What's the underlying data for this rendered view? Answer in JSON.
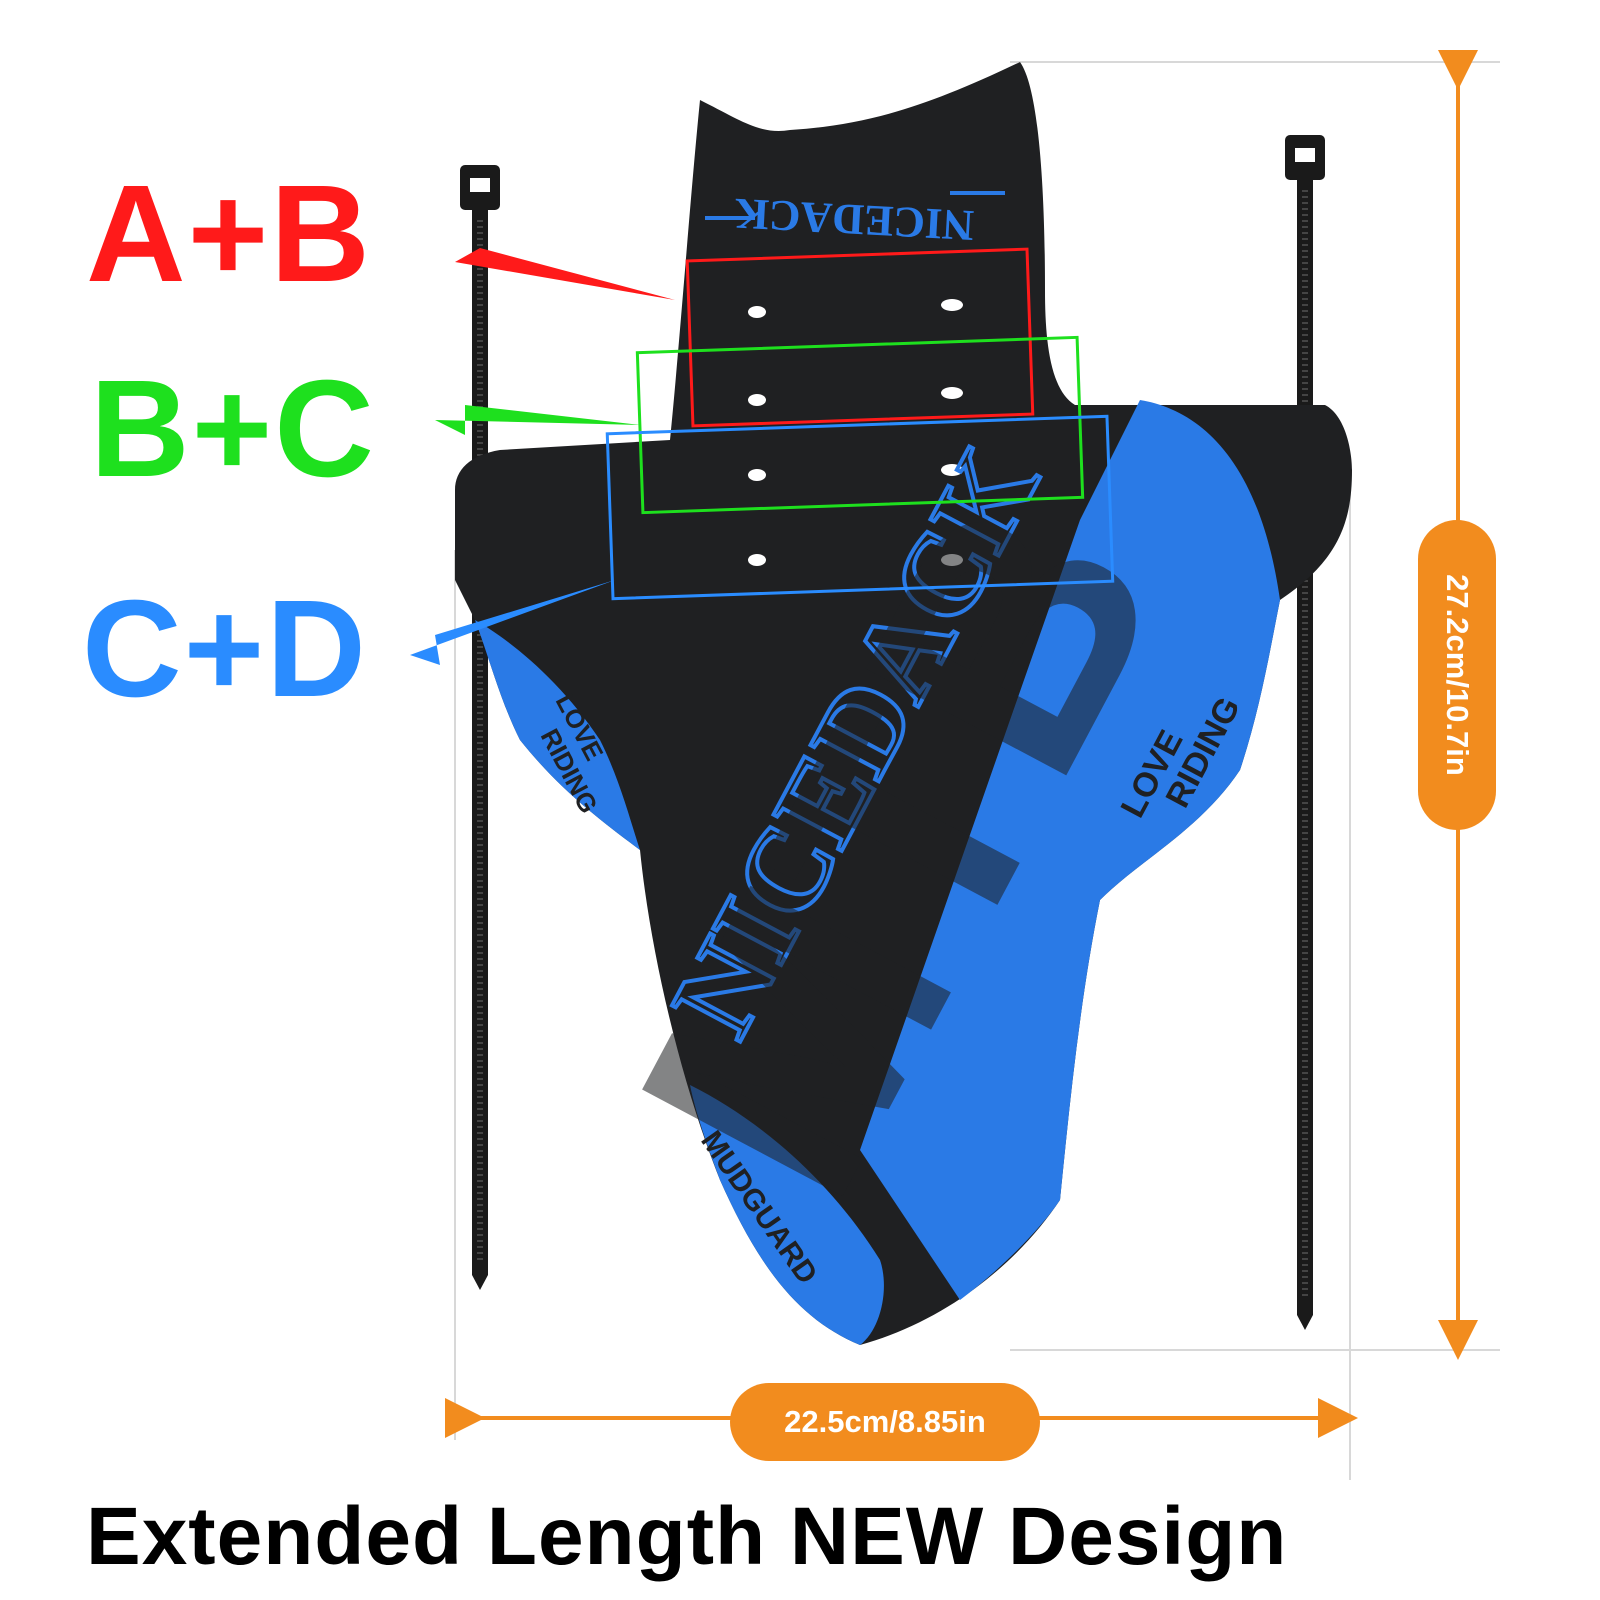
{
  "mount_options": [
    {
      "label": "A+B",
      "color": "#ff1a1a"
    },
    {
      "label": "B+C",
      "color": "#1ee01e"
    },
    {
      "label": "C+D",
      "color": "#2a8cff"
    }
  ],
  "dimensions": {
    "width_label": "22.5cm/8.85in",
    "height_label": "27.2cm/10.7in",
    "accent_color": "#f28c1e"
  },
  "product": {
    "brand_top": "NICEDACK",
    "brand_diagonal": "NICEDACK",
    "big_mark": "MTB",
    "slogan_left": [
      "LOVE",
      "RIDING"
    ],
    "slogan_right": [
      "LOVE",
      "RIDING"
    ],
    "bottom_text": "MUDGUARD",
    "body_color": "#1f2022",
    "print_color": "#2a7ae6"
  },
  "headline": "Extended Length NEW Design"
}
